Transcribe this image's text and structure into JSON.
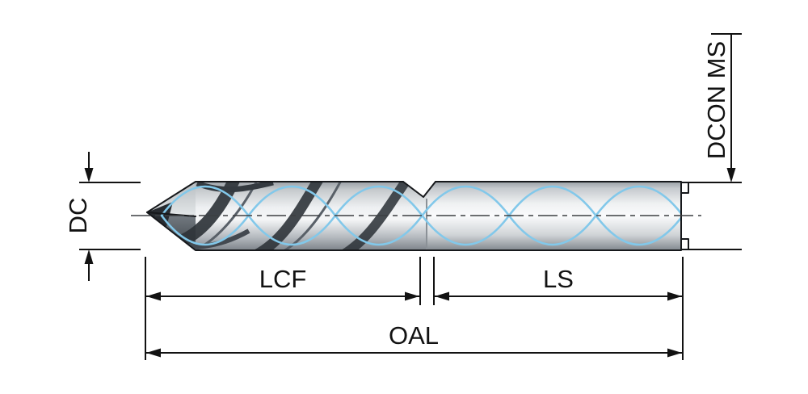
{
  "labels": {
    "dc": "DC",
    "dcon_ms": "DCON MS",
    "lcf": "LCF",
    "ls": "LS",
    "oal": "OAL"
  },
  "colors": {
    "background": "#ffffff",
    "line_color": "#121212",
    "coolant_channel": "#82c8ea",
    "flute_dark": "#2f343a"
  }
}
